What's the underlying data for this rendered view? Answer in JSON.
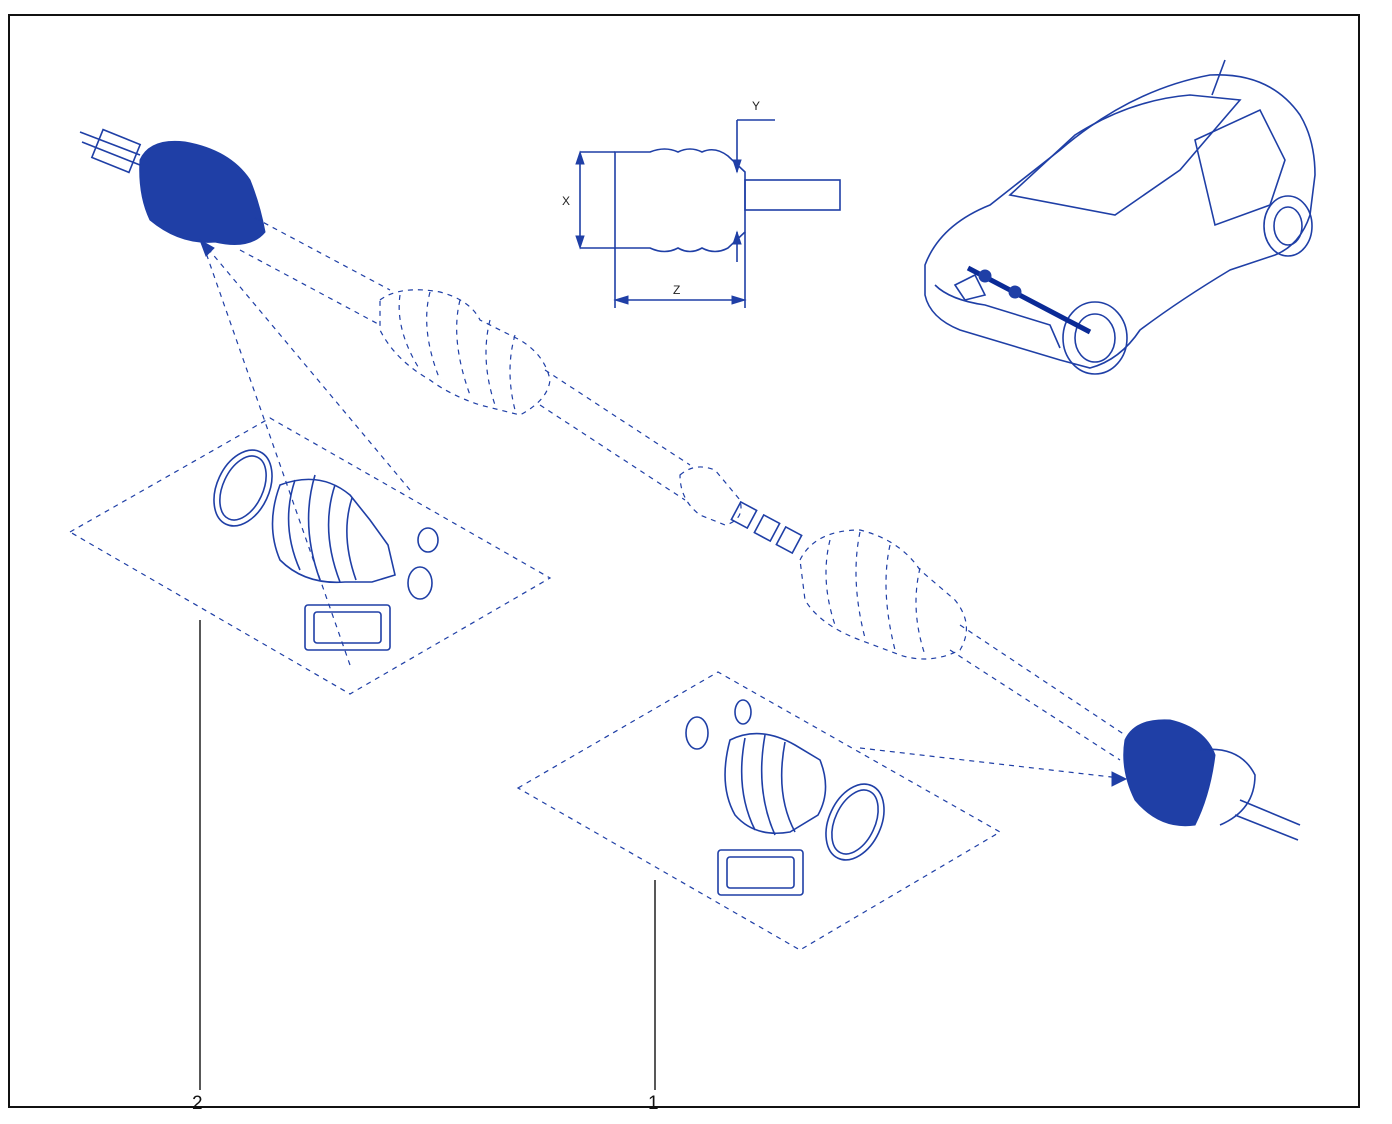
{
  "colors": {
    "ink": "#1f3fa6",
    "ink_dark": "#0a2a96",
    "frame": "#111111"
  },
  "dimension_labels": {
    "x": "X",
    "y": "Y",
    "z": "Z"
  },
  "callouts": [
    {
      "id": "1",
      "label": "1"
    },
    {
      "id": "2",
      "label": "2"
    }
  ]
}
